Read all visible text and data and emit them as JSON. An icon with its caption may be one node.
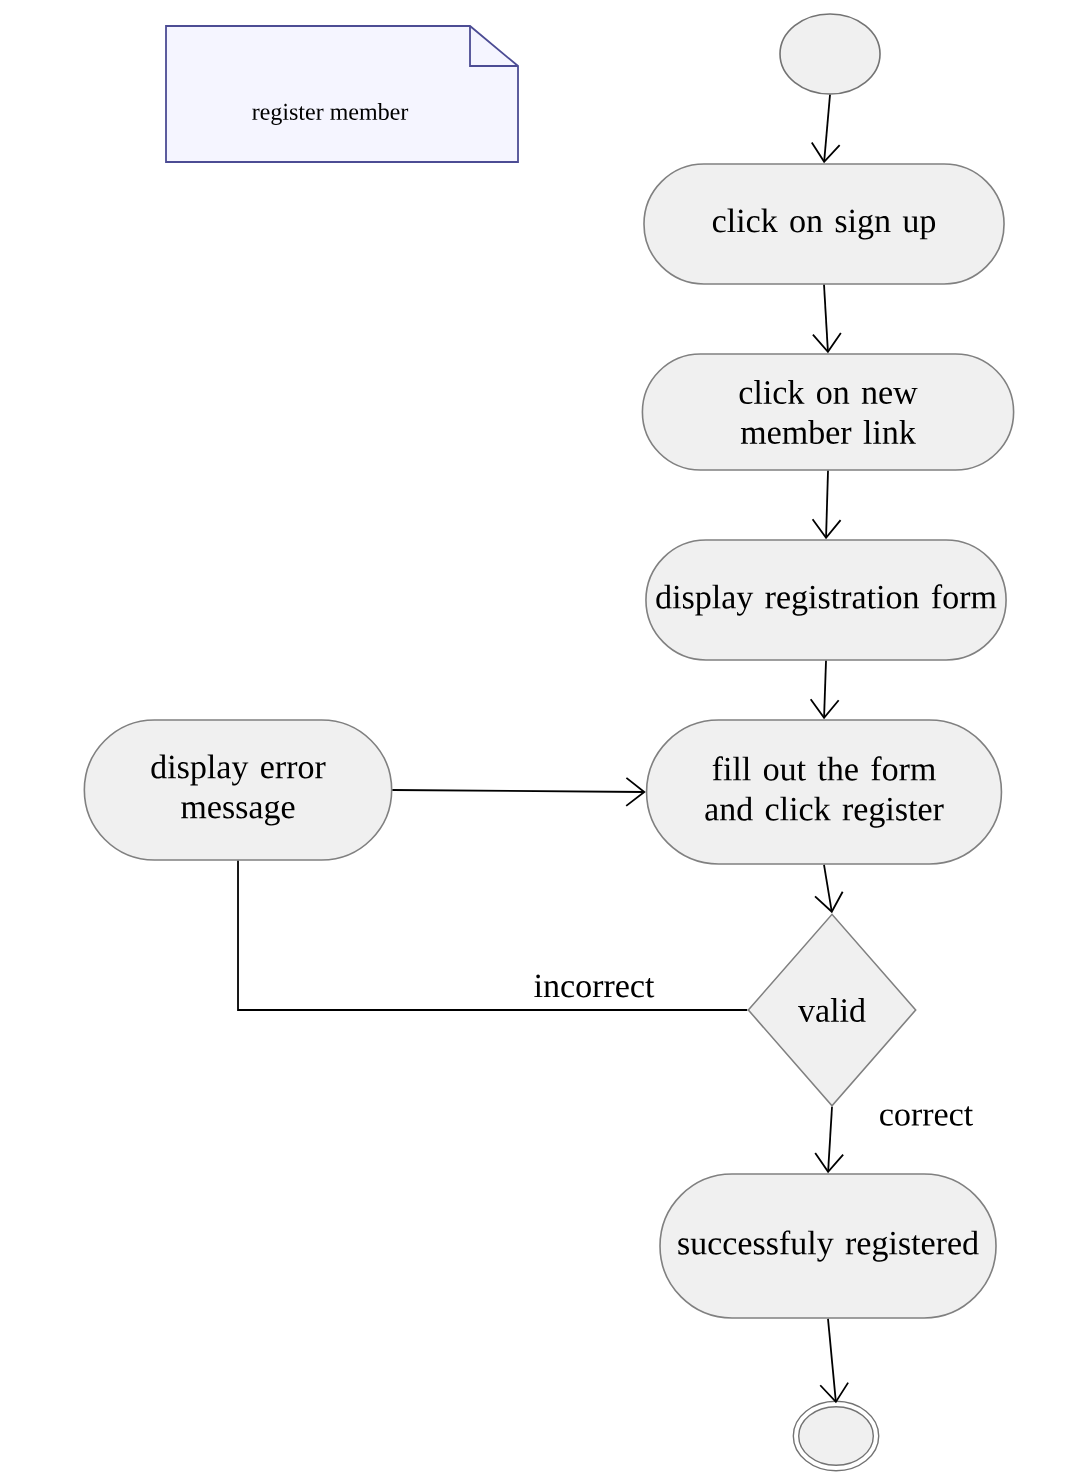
{
  "diagram": {
    "nodes": [
      {
        "text": [
          "register member"
        ]
      },
      {
        "text": [],
        "shape": "circle"
      },
      {
        "text": [
          "click on sign up"
        ]
      },
      {
        "text": [
          "click on new member link"
        ]
      },
      {
        "text": [
          "display registration form"
        ]
      },
      {
        "text": [
          "display error message"
        ]
      },
      {
        "text": [
          "fill out the form and click register"
        ]
      },
      {
        "text": [
          "valid"
        ]
      },
      {
        "text": [
          "successfuly registered"
        ]
      },
      {
        "text": [],
        "shape": "circle"
      }
    ],
    "edges": [
      {
        "from": 1,
        "to": 2,
        "arrow": "to"
      },
      {
        "from": 2,
        "to": 3,
        "arrow": "to"
      },
      {
        "from": 3,
        "to": 4,
        "arrow": "to"
      },
      {
        "from": 4,
        "to": 6,
        "arrow": "to"
      },
      {
        "from": 5,
        "to": 6,
        "arrow": "to"
      },
      {
        "from": 6,
        "to": 7,
        "arrow": "to"
      },
      {
        "from": 7,
        "to": 5,
        "arrow": "none",
        "label": "incorrect"
      },
      {
        "from": 7,
        "to": 8,
        "arrow": "to",
        "label": "correct"
      },
      {
        "from": 8,
        "to": 9,
        "arrow": "to"
      }
    ]
  }
}
